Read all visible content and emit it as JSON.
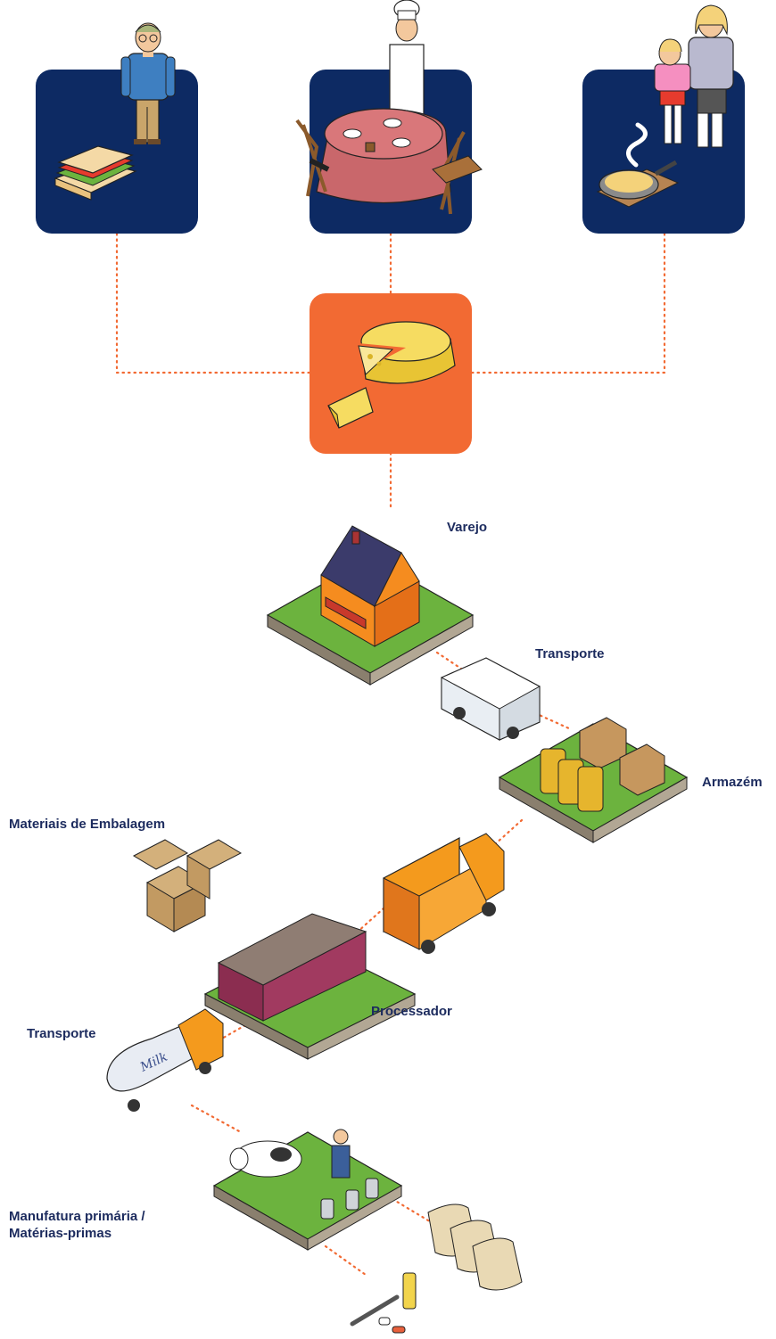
{
  "colors": {
    "consumer_tile": "#0d2a63",
    "product_tile": "#f26a33",
    "connector": "#f26a33",
    "label_text": "#1c2b5e",
    "grass": "#6cb33e"
  },
  "consumers": [
    {
      "icon": "man-with-sandwich-icon"
    },
    {
      "icon": "chef-restaurant-table-icon"
    },
    {
      "icon": "family-frying-pan-icon"
    }
  ],
  "product": {
    "icon": "cheese-wheel-icon"
  },
  "supply_chain": {
    "retail": {
      "label": "Varejo",
      "icon": "grocery-store-icon"
    },
    "transport_van": {
      "label": "Transporte",
      "icon": "grocery-van-icon"
    },
    "warehouse": {
      "label": "Armazém",
      "icon": "warehouse-cheese-stack-icon"
    },
    "truck": {
      "icon": "delivery-truck-icon"
    },
    "packaging": {
      "label": "Materiais de Embalagem",
      "icon": "cardboard-boxes-icon"
    },
    "processor": {
      "label": "Processador",
      "icon": "cheese-factory-icon"
    },
    "milk_transport": {
      "label": "Transporte",
      "icon": "milk-tanker-icon",
      "truck_text": "Milk"
    },
    "farm": {
      "label_line1": "Manufatura primária /",
      "label_line2": "Matérias-primas",
      "icon": "dairy-farm-icon"
    },
    "feed": {
      "icon": "feed-sacks-icon"
    },
    "vet": {
      "icon": "vet-supplies-icon"
    }
  }
}
